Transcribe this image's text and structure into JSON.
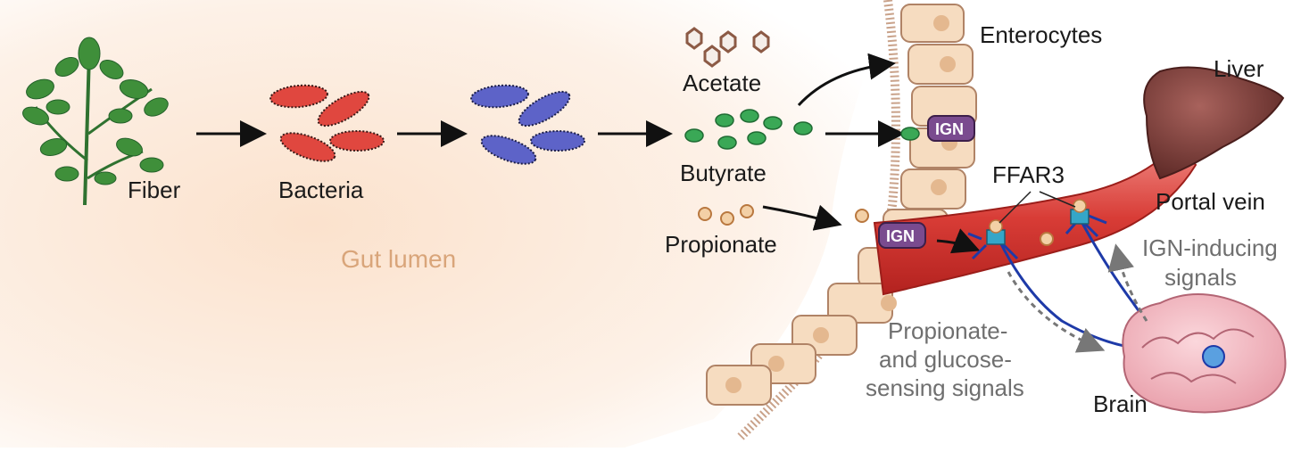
{
  "labels": {
    "fiber": "Fiber",
    "bacteria": "Bacteria",
    "gut_lumen": "Gut lumen",
    "acetate": "Acetate",
    "butyrate": "Butyrate",
    "propionate": "Propionate",
    "enterocytes": "Enterocytes",
    "liver": "Liver",
    "ffar3": "FFAR3",
    "portal_vein": "Portal vein",
    "ign_1": "IGN",
    "ign_2": "IGN",
    "ign_inducing_1": "IGN-inducing",
    "ign_inducing_2": "signals",
    "prop_glucose_1": "Propionate-",
    "prop_glucose_2": "and glucose-",
    "prop_glucose_3": "sensing signals",
    "brain": "Brain"
  },
  "colors": {
    "lumen": "#fbe7d6",
    "red_bacteria": "#e0473f",
    "blue_bacteria": "#5d63c8",
    "butyrate": "#3aa856",
    "acetate": "#8c5a45",
    "propionate": "#e9a566",
    "portal_vein": "#d83c36",
    "neuron": "#1e3aa8",
    "liver": "#7b3e3a",
    "brain": "#f1b7bf",
    "ign": "#7a4b8f",
    "enterocyte": "#f6dcc0"
  },
  "icons": {
    "plant": "plant-icon",
    "liver": "liver-icon",
    "brain": "brain-icon",
    "receptor": "receptor-icon"
  }
}
